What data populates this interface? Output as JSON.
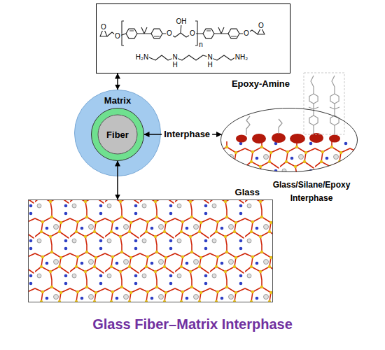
{
  "diagram": {
    "caption": "Glass Fiber–Matrix Interphase",
    "nodes": [
      {
        "text": [
          "Epoxy-Amine"
        ]
      },
      {
        "text": [
          "Matrix"
        ]
      },
      {
        "text": [
          "Fiber"
        ],
        "in": 1
      },
      {
        "text": [
          "Glass/Silane/Epoxy Interphase"
        ]
      },
      {
        "text": [
          "Glass"
        ]
      }
    ],
    "edges": [
      {
        "from": 0,
        "to": 1,
        "arrow": "both"
      },
      {
        "from": 2,
        "to": 3,
        "label": "Interphase",
        "arrow": "both"
      },
      {
        "from": 4,
        "to": 2,
        "arrow": "both"
      }
    ],
    "labels": [
      "O",
      "O",
      "O",
      "OH",
      "O",
      "n",
      "O",
      "O",
      "H₂N",
      "N",
      "H",
      "N",
      "H",
      "NH₂"
    ]
  }
}
